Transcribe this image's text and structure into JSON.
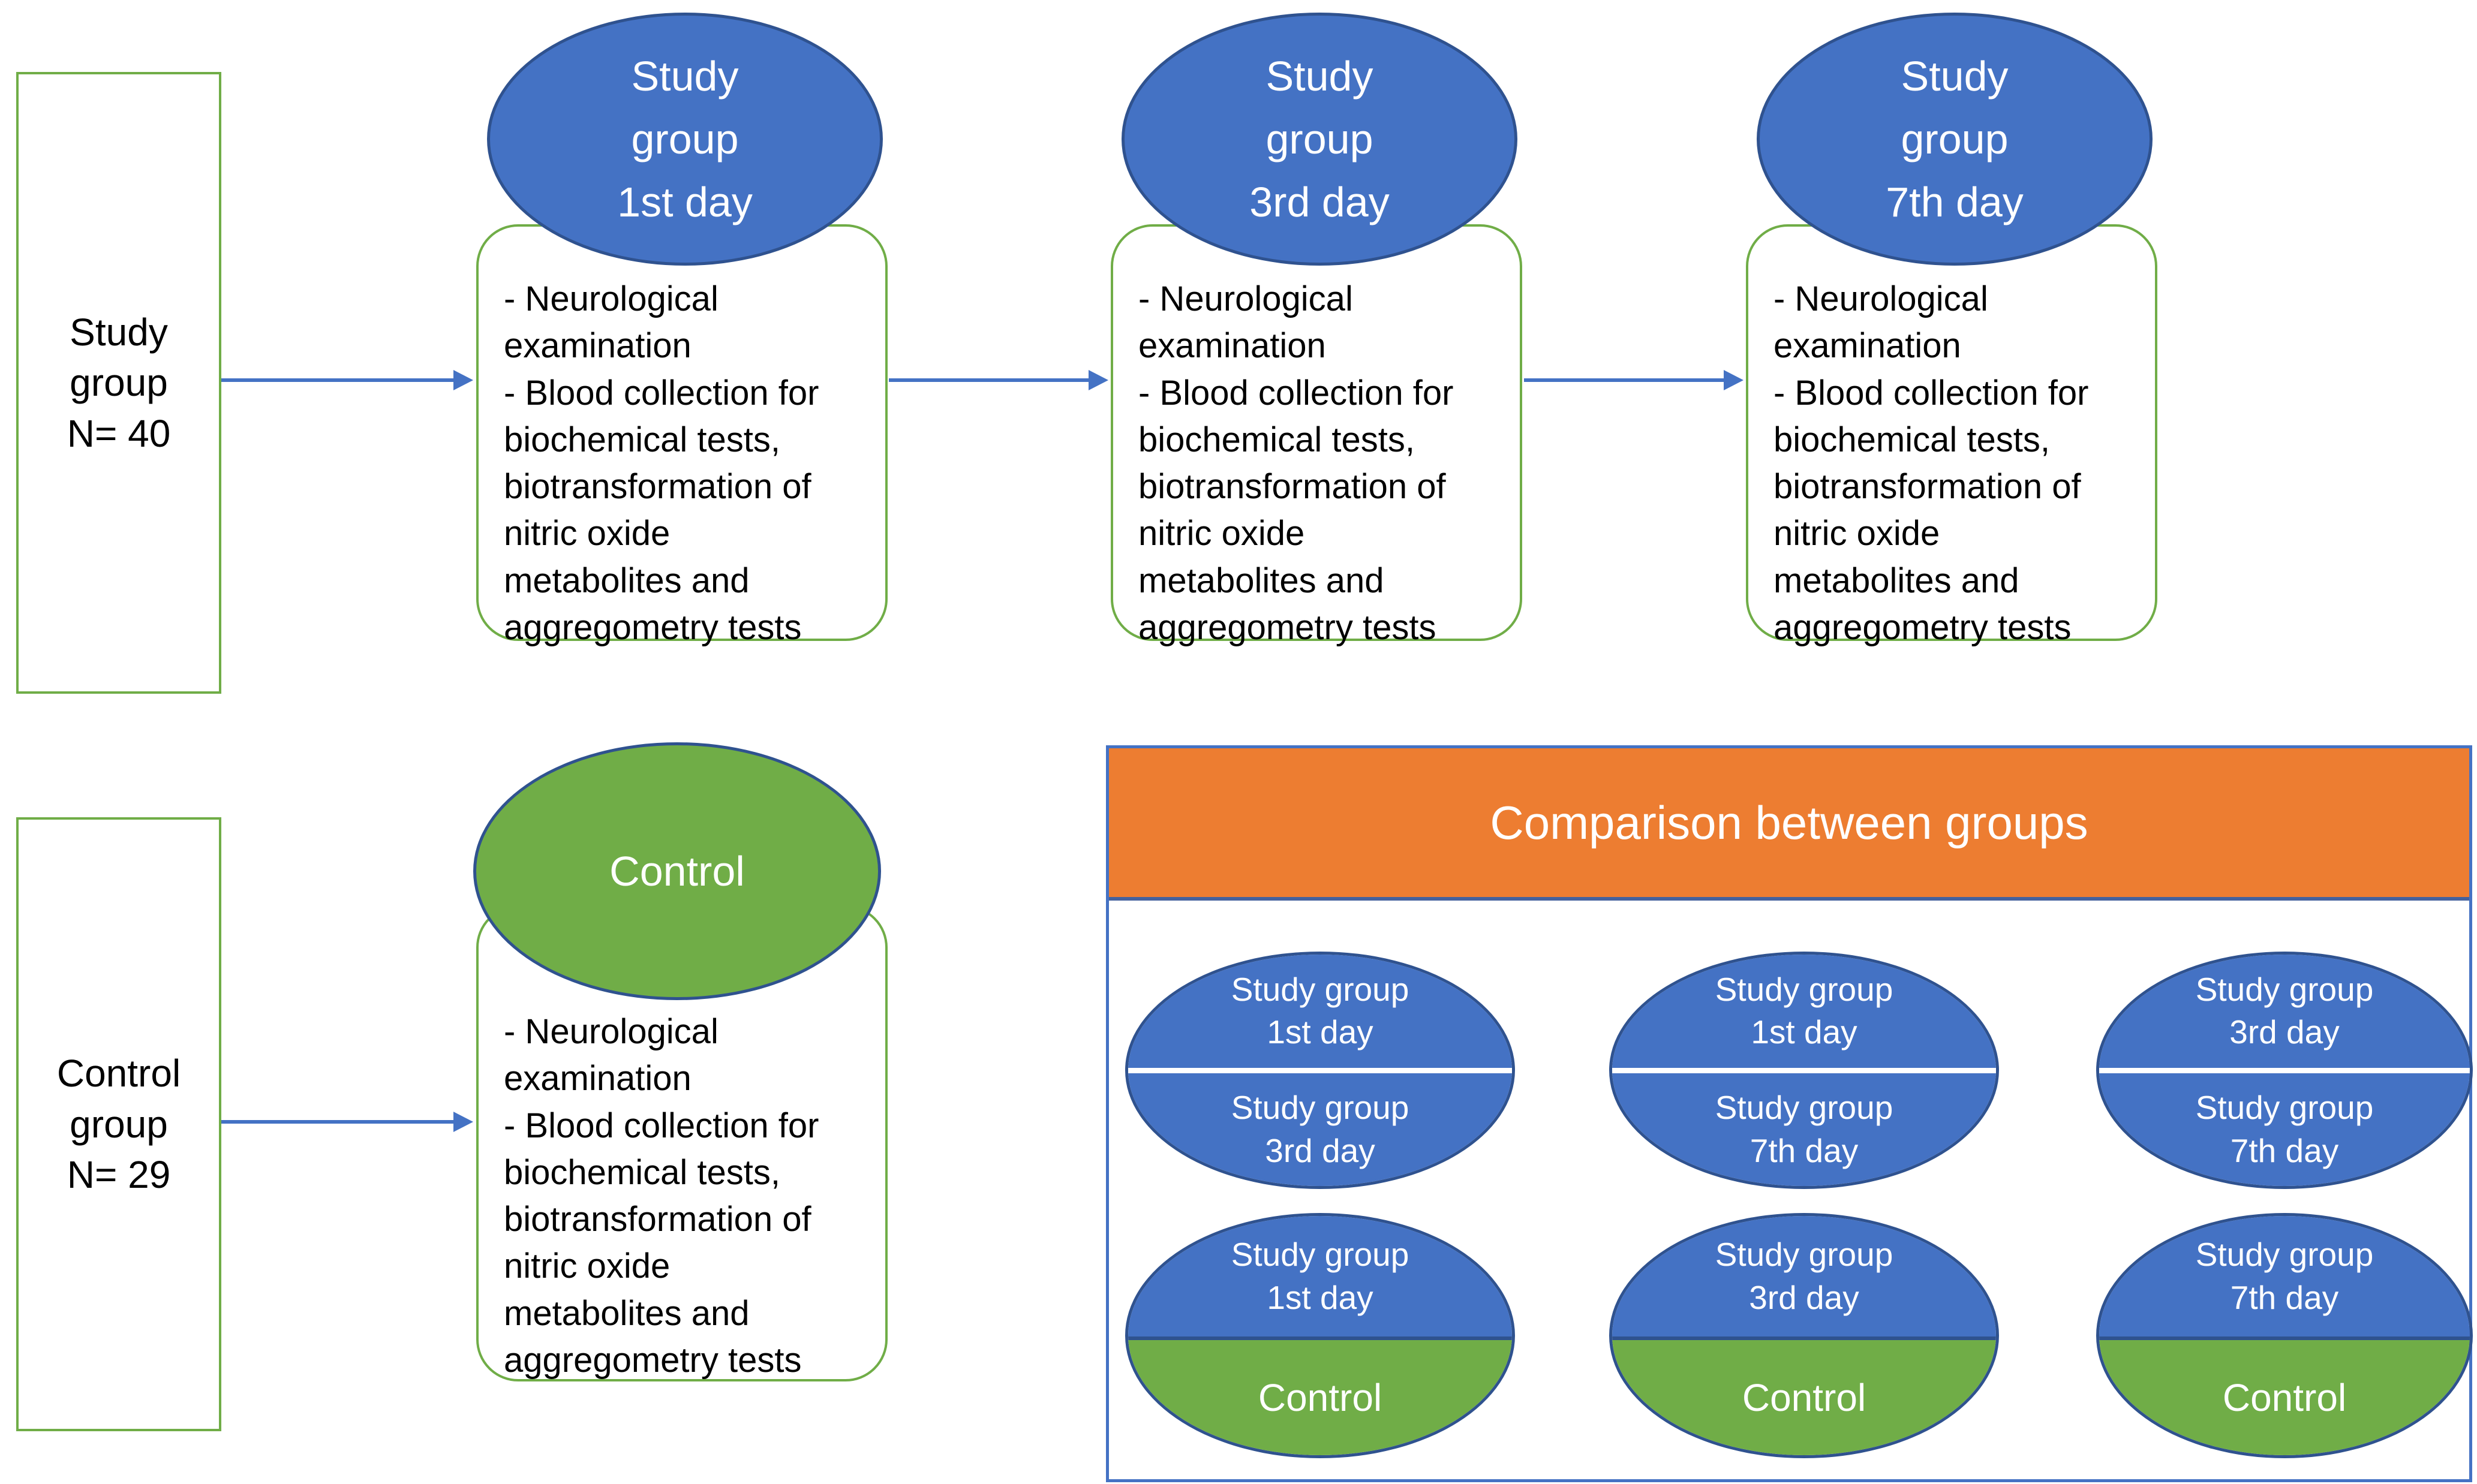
{
  "palette": {
    "blue": "#4472C4",
    "blue_dark": "#2F528F",
    "green": "#70AD47",
    "orange": "#ED7D31"
  },
  "study_flow": {
    "group_box": "Study\ngroup\nN= 40",
    "procedures": "- Neurological\nexamination\n- Blood collection for\nbiochemical tests,\nbiotransformation of\nnitric oxide\nmetabolites and\naggregometry tests",
    "stages": [
      {
        "title": "Study\ngroup\n1st day"
      },
      {
        "title": "Study\ngroup\n3rd day"
      },
      {
        "title": "Study\ngroup\n7th day"
      }
    ]
  },
  "control_flow": {
    "group_box": "Control\ngroup\nN= 29",
    "ellipse_title": "Control",
    "procedures": "- Neurological\nexamination\n- Blood collection for\nbiochemical tests,\nbiotransformation of\nnitric oxide\nmetabolites and\naggregometry tests"
  },
  "comparison": {
    "header": "Comparison between groups",
    "pairs": [
      {
        "top": "Study group\n1st day",
        "bottom": "Study group\n3rd day"
      },
      {
        "top": "Study group\n1st day",
        "bottom": "Study group\n7th day"
      },
      {
        "top": "Study group\n3rd day",
        "bottom": "Study group\n7th day"
      },
      {
        "top": "Study group\n1st day",
        "bottom": "Control"
      },
      {
        "top": "Study group\n3rd day",
        "bottom": "Control"
      },
      {
        "top": "Study group\n7th day",
        "bottom": "Control"
      }
    ]
  }
}
